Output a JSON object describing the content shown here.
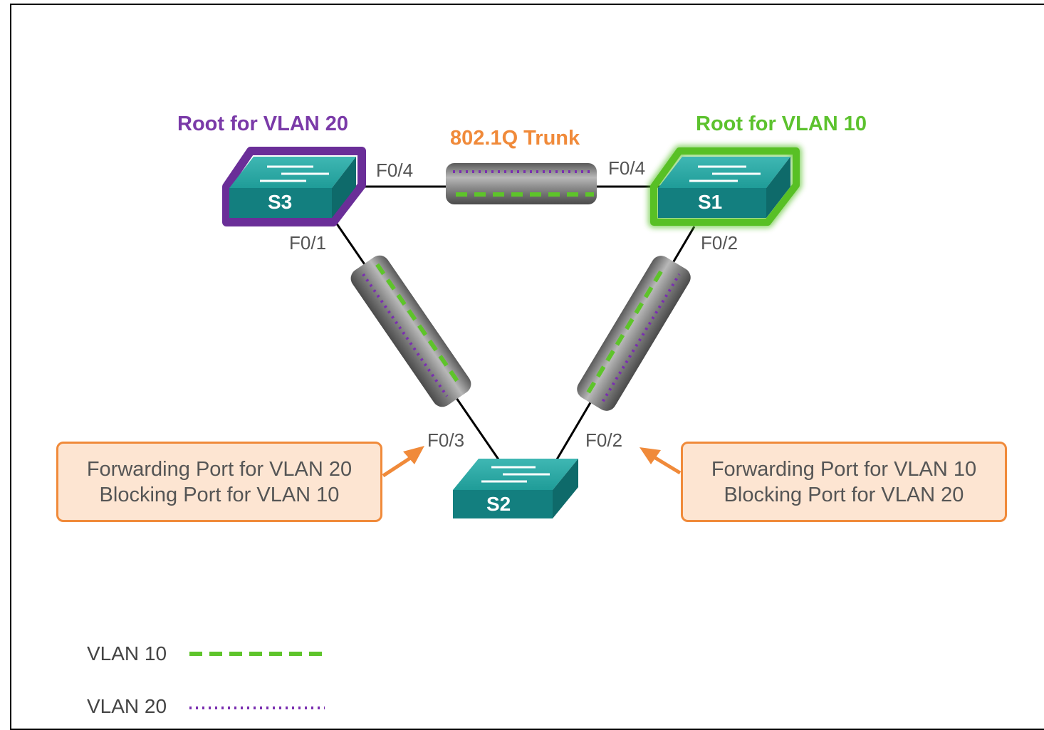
{
  "switches": {
    "s3": {
      "name": "S3",
      "root_label": "Root for VLAN 20"
    },
    "s1": {
      "name": "S1",
      "root_label": "Root for VLAN 10"
    },
    "s2": {
      "name": "S2"
    }
  },
  "trunk_label": "802.1Q Trunk",
  "ports": {
    "s3_f04": "F0/4",
    "s1_f04": "F0/4",
    "s3_f01": "F0/1",
    "s1_f02": "F0/2",
    "s2_f03": "F0/3",
    "s2_f02": "F0/2"
  },
  "callouts": {
    "left": {
      "line1": "Forwarding Port for VLAN 20",
      "line2": "Blocking Port for VLAN 10"
    },
    "right": {
      "line1": "Forwarding Port for VLAN 10",
      "line2": "Blocking Port for VLAN 20"
    }
  },
  "legend": {
    "vlan10": {
      "label": "VLAN 10",
      "style": "dashed",
      "color": "#5ec42a"
    },
    "vlan20": {
      "label": "VLAN 20",
      "style": "dotted",
      "color": "#7a2fb0"
    }
  },
  "colors": {
    "vlan20_root": "#7a3aa8",
    "vlan10_root": "#5cc22e",
    "trunk": "#f08a3a",
    "switch": "#1a8e8e"
  }
}
